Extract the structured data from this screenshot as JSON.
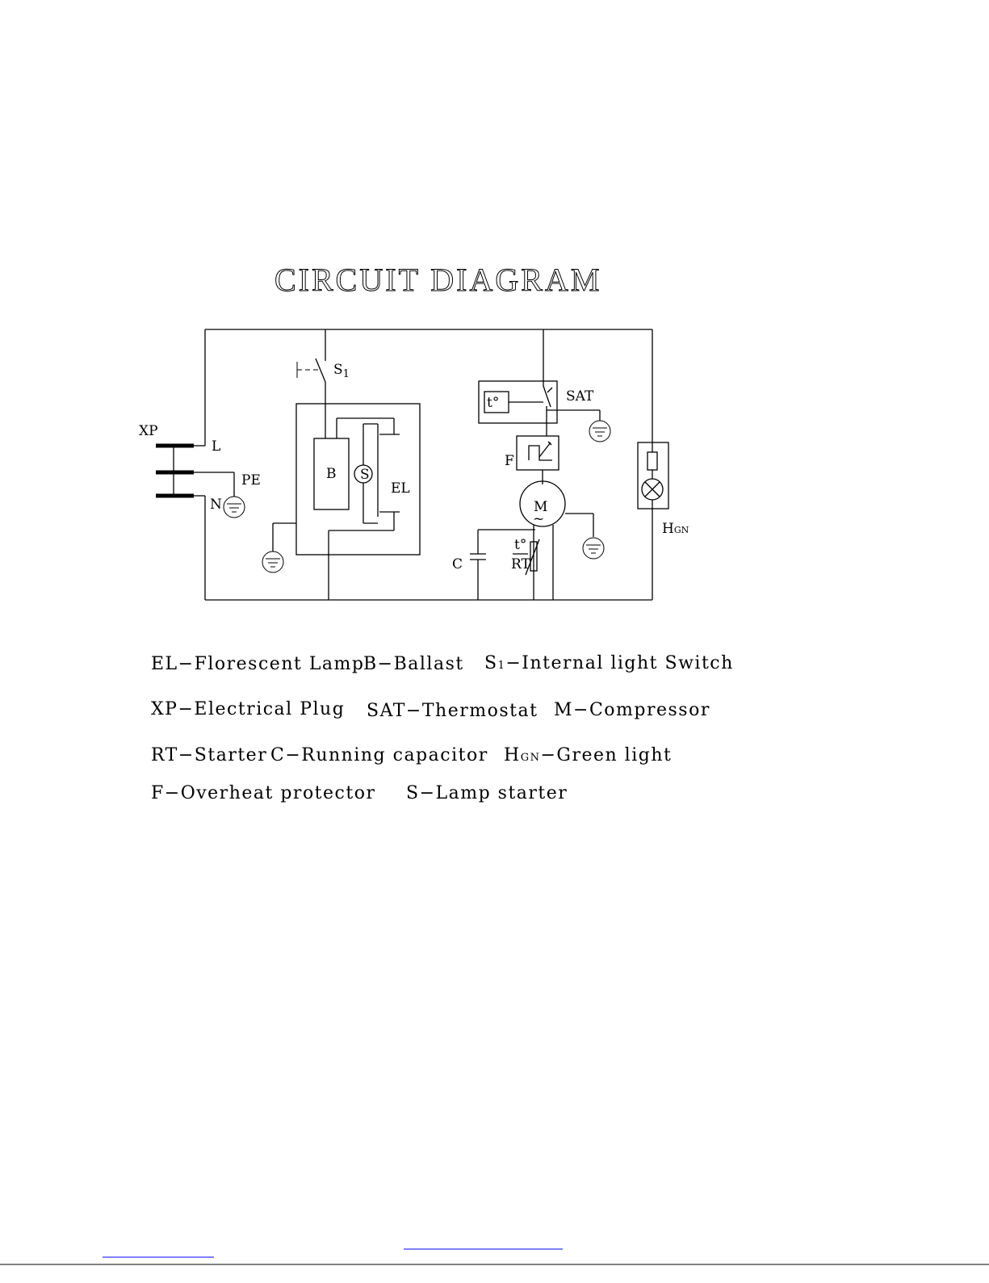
{
  "title": "CIRCUIT DIAGRAM",
  "labels": {
    "xp": "XP",
    "l": "L",
    "pe": "PE",
    "n": "N",
    "s1_main": "S",
    "s1_sub": "1",
    "b": "B",
    "s": "S",
    "el": "EL",
    "sat": "SAT",
    "thermo": "t°",
    "f": "F",
    "m": "M",
    "m_sym": "~",
    "c": "C",
    "rt_t": "t°",
    "rt": "RT",
    "hgn_main": "H",
    "hgn_sub": "GN"
  },
  "legend": {
    "row1": {
      "el": "EL−Florescent Lamp",
      "b": "B−Ballast",
      "s1_main": "S",
      "s1_sub": "1",
      "s1_text": "−Internal light Switch"
    },
    "row2": {
      "xp": "XP−Electrical Plug",
      "sat": "SAT−Thermostat",
      "m": "M−Compressor"
    },
    "row3": {
      "rt": "RT−Starter",
      "c": "C−Running capacitor",
      "hgn_main": "H",
      "hgn_sub": "GN",
      "hgn_text": "−Green light"
    },
    "row4": {
      "f": "F−Overheat protector",
      "s": "S−Lamp starter"
    }
  },
  "colors": {
    "line": "#000000",
    "link": "#0000ff"
  }
}
